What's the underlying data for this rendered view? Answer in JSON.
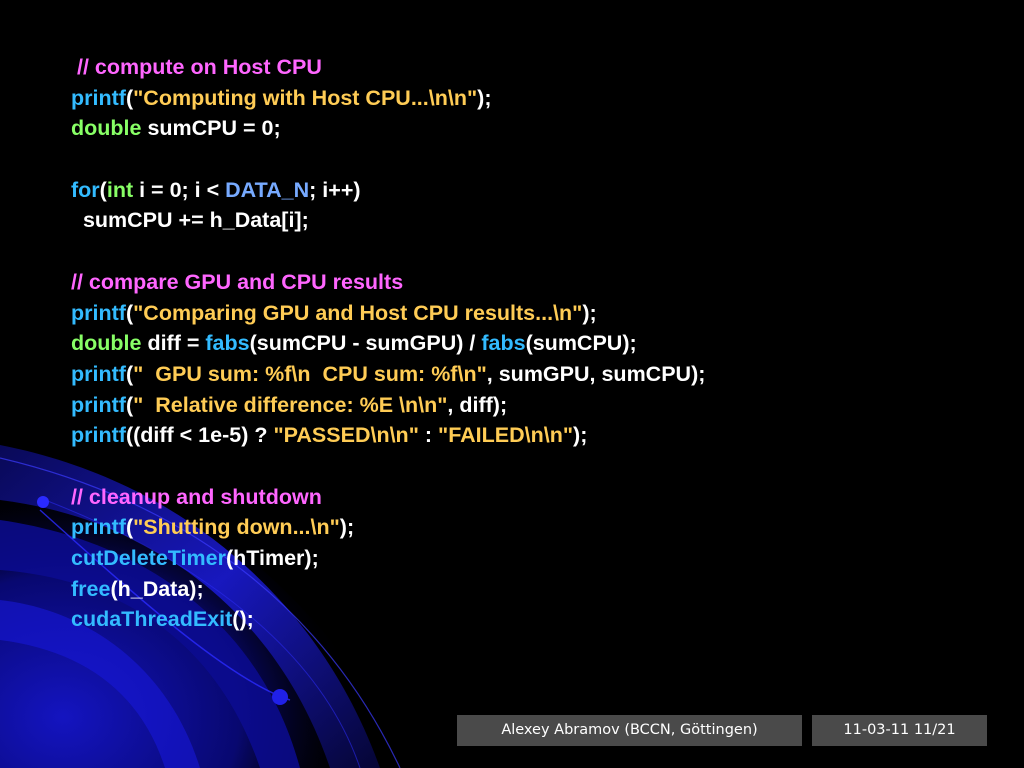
{
  "slide": {
    "colors": {
      "background": "#000000",
      "comment": "#ff66ff",
      "function": "#33bbff",
      "type": "#88ff66",
      "string": "#ffcc55",
      "macro": "#77aaff",
      "plain": "#ffffff",
      "footer_bg": "#4a4a4a",
      "decor_blue": "#1010aa"
    },
    "code_lines": [
      [
        {
          "k": "plain",
          "t": " "
        },
        {
          "k": "comment",
          "t": "// compute on Host CPU"
        }
      ],
      [
        {
          "k": "func",
          "t": "printf"
        },
        {
          "k": "plain",
          "t": "("
        },
        {
          "k": "string",
          "t": "\"Computing with Host CPU...\\n\\n\""
        },
        {
          "k": "plain",
          "t": ");"
        }
      ],
      [
        {
          "k": "type",
          "t": "double"
        },
        {
          "k": "plain",
          "t": " sumCPU = 0;"
        }
      ],
      [],
      [
        {
          "k": "func",
          "t": "for"
        },
        {
          "k": "plain",
          "t": "("
        },
        {
          "k": "type",
          "t": "int"
        },
        {
          "k": "plain",
          "t": " i = 0; i < "
        },
        {
          "k": "macro",
          "t": "DATA_N"
        },
        {
          "k": "plain",
          "t": "; i++)"
        }
      ],
      [
        {
          "k": "plain",
          "t": "  sumCPU += h_Data[i];"
        }
      ],
      [],
      [
        {
          "k": "comment",
          "t": "// compare GPU and CPU results"
        }
      ],
      [
        {
          "k": "func",
          "t": "printf"
        },
        {
          "k": "plain",
          "t": "("
        },
        {
          "k": "string",
          "t": "\"Comparing GPU and Host CPU results...\\n\""
        },
        {
          "k": "plain",
          "t": ");"
        }
      ],
      [
        {
          "k": "type",
          "t": "double"
        },
        {
          "k": "plain",
          "t": " diff = "
        },
        {
          "k": "func",
          "t": "fabs"
        },
        {
          "k": "plain",
          "t": "(sumCPU - sumGPU) / "
        },
        {
          "k": "func",
          "t": "fabs"
        },
        {
          "k": "plain",
          "t": "(sumCPU);"
        }
      ],
      [
        {
          "k": "func",
          "t": "printf"
        },
        {
          "k": "plain",
          "t": "("
        },
        {
          "k": "string",
          "t": "\"  GPU sum: %f\\n  CPU sum: %f\\n\""
        },
        {
          "k": "plain",
          "t": ", sumGPU, sumCPU);"
        }
      ],
      [
        {
          "k": "func",
          "t": "printf"
        },
        {
          "k": "plain",
          "t": "("
        },
        {
          "k": "string",
          "t": "\"  Relative difference: %E \\n\\n\""
        },
        {
          "k": "plain",
          "t": ", diff);"
        }
      ],
      [
        {
          "k": "func",
          "t": "printf"
        },
        {
          "k": "plain",
          "t": "((diff < 1e-5) ? "
        },
        {
          "k": "string",
          "t": "\"PASSED\\n\\n\""
        },
        {
          "k": "plain",
          "t": " : "
        },
        {
          "k": "string",
          "t": "\"FAILED\\n\\n\""
        },
        {
          "k": "plain",
          "t": ");"
        }
      ],
      [],
      [
        {
          "k": "comment",
          "t": "// cleanup and shutdown"
        }
      ],
      [
        {
          "k": "func",
          "t": "printf"
        },
        {
          "k": "plain",
          "t": "("
        },
        {
          "k": "string",
          "t": "\"Shutting down...\\n\""
        },
        {
          "k": "plain",
          "t": ");"
        }
      ],
      [
        {
          "k": "func",
          "t": "cutDeleteTimer"
        },
        {
          "k": "plain",
          "t": "(hTimer);"
        }
      ],
      [
        {
          "k": "func",
          "t": "free"
        },
        {
          "k": "plain",
          "t": "(h_Data);"
        }
      ],
      [
        {
          "k": "func",
          "t": "cudaThreadExit"
        },
        {
          "k": "plain",
          "t": "();"
        }
      ]
    ],
    "footer": {
      "author": "Alexey Abramov (BCCN, Göttingen)",
      "date_page": "11-03-11 11/21"
    }
  }
}
